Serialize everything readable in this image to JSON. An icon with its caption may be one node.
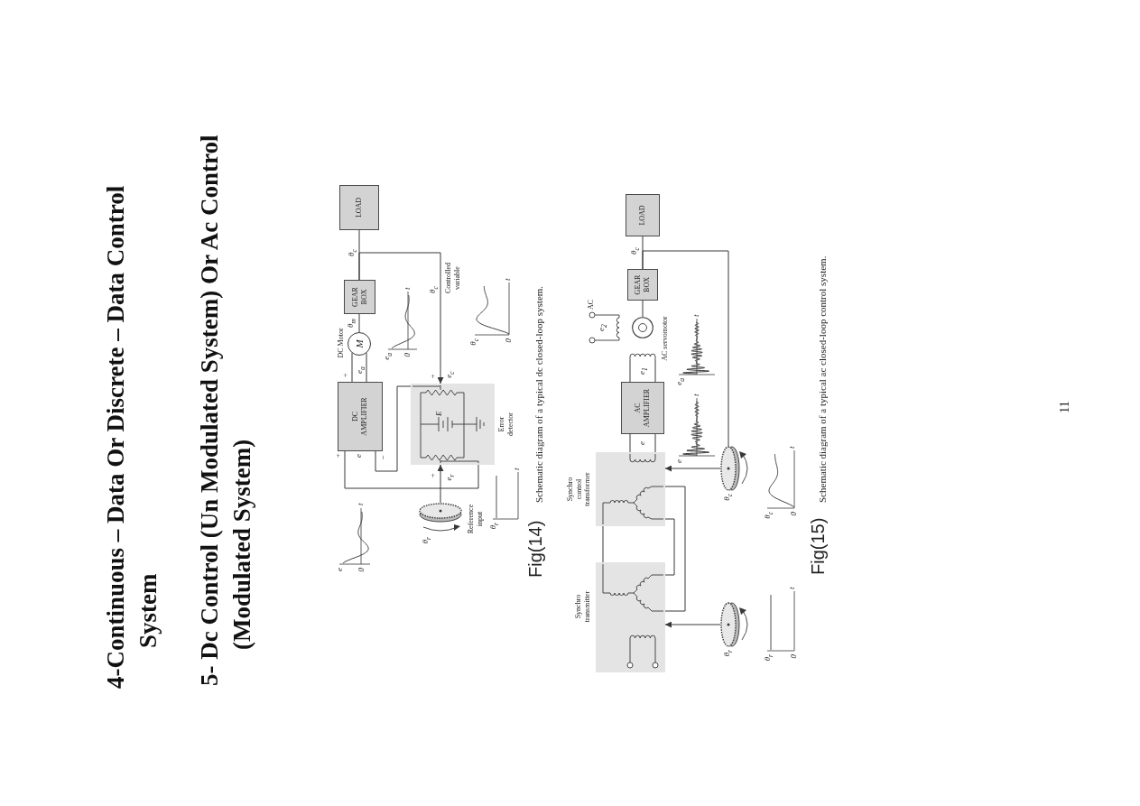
{
  "diagram": {
    "nodes": [
      {
        "text": [],
        "shape": "circle",
        "beside": [
          "θ$_{r}$",
          "Reference input"
        ]
      },
      {
        "text": [],
        "shape": "box",
        "beside": [
          "Error detector",
          "e$_{r}$",
          "e$_{c}$"
        ]
      },
      {
        "text": [
          "DC AMPLIFIER"
        ]
      },
      {
        "text": [
          "M"
        ],
        "beside": [
          "DC Motor"
        ]
      },
      {
        "text": [
          "GEAR BOX"
        ]
      },
      {
        "text": [
          "LOAD"
        ]
      },
      {
        "text": [
          "Synchro transmitter"
        ]
      },
      {
        "text": [
          "Synchro control transformer"
        ]
      },
      {
        "text": [
          "AC AMPLIFIER"
        ]
      },
      {
        "text": [],
        "shape": "circle",
        "beside": [
          "AC servomotor"
        ]
      },
      {
        "text": [
          "GEAR BOX"
        ]
      },
      {
        "text": [
          "LOAD"
        ]
      },
      {
        "text": [],
        "shape": "circle",
        "beside": [
          "θ$_{r}$"
        ]
      },
      {
        "text": [],
        "shape": "circle",
        "beside": [
          "θ$_{c}$"
        ]
      }
    ],
    "edges": [
      {
        "from": 0,
        "to": 1,
        "arrow": "to"
      },
      {
        "from": 1,
        "to": 2,
        "arrow": "none"
      },
      {
        "from": 1,
        "to": 2,
        "arrow": "none"
      },
      {
        "from": 2,
        "to": 3,
        "arrow": "none"
      },
      {
        "from": 2,
        "to": 3,
        "arrow": "none"
      },
      {
        "from": 3,
        "to": 4,
        "arrow": "none"
      },
      {
        "from": 4,
        "to": 5,
        "arrow": "none"
      },
      {
        "from": 4,
        "to": 1,
        "arrow": "to"
      },
      {
        "from": 12,
        "to": 6,
        "arrow": "to"
      },
      {
        "from": 6,
        "to": 7,
        "arrow": "none"
      },
      {
        "from": 6,
        "to": 7,
        "arrow": "none"
      },
      {
        "from": 6,
        "to": 7,
        "arrow": "none"
      },
      {
        "from": 7,
        "to": 8,
        "arrow": "none"
      },
      {
        "from": 7,
        "to": 8,
        "arrow": "none"
      },
      {
        "from": 8,
        "to": 9,
        "arrow": "none"
      },
      {
        "from": 8,
        "to": 9,
        "arrow": "none"
      },
      {
        "from": 9,
        "to": 10,
        "arrow": "none"
      },
      {
        "from": 10,
        "to": 11,
        "arrow": "none"
      },
      {
        "from": 10,
        "to": 13,
        "arrow": "none"
      },
      {
        "from": 13,
        "to": 7,
        "arrow": "to"
      }
    ],
    "labels": [
      "4-Continuous – Data Or Discrete – Data Control System",
      "5- Dc Control (Un Modulated System) Or Ac Control (Modulated System)",
      "e",
      "0",
      "t",
      "+",
      "e",
      "−",
      "+",
      "e$_{a}$",
      "θ$_{m}$",
      "θ$_{c}$",
      "e$_{a}$",
      "0",
      "t",
      "+",
      "E",
      "+",
      "θ$_{c}$",
      "Controlled variable",
      "θ$_{c}$",
      "0",
      "t",
      "θ$_{r}$",
      "t",
      "Fig(14)",
      "Schematic diagram of a typical dc closed-loop system.",
      "AC",
      "e$_{2}$",
      "e",
      "e$_{1}$",
      "θ$_{c}$",
      "e",
      "t",
      "e$_{a}$",
      "t",
      "θ$_{r}$",
      "0",
      "t",
      "θ$_{c}$",
      "0",
      "t",
      "Fig(15)",
      "Schematic diagram of a typical ac closed-loop control system.",
      "11"
    ]
  }
}
